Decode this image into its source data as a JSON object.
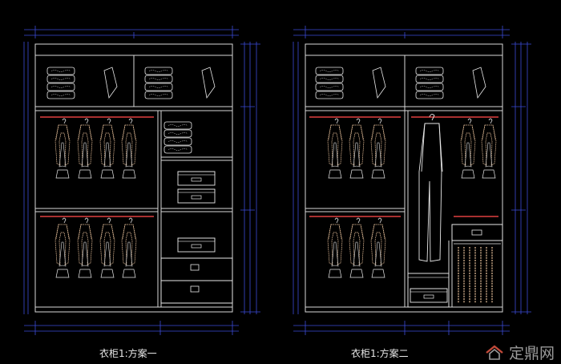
{
  "captions": {
    "left": "衣柜1:方案一",
    "right": "衣柜1:方案二"
  },
  "watermark": {
    "text": "定鼎网",
    "icon": "house-logo-icon"
  },
  "colors": {
    "background": "#000000",
    "carcass": "#d8d8d8",
    "dimension": "#3b4bd8",
    "rod": "#e04040",
    "garment": "#f0c8a0"
  }
}
